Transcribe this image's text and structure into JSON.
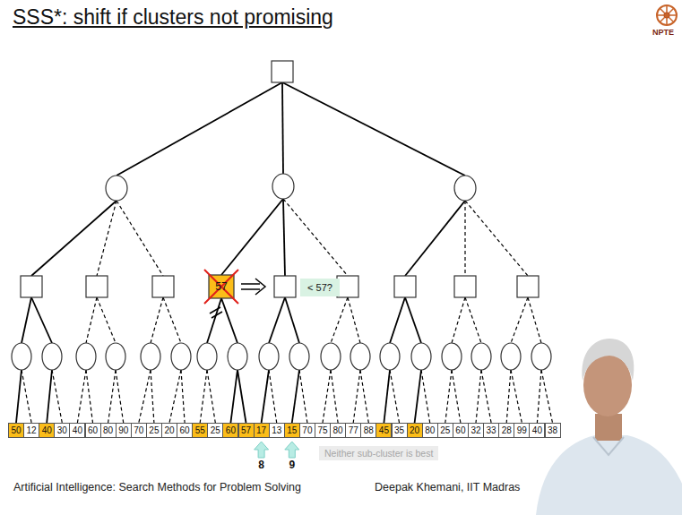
{
  "diagram": {
    "title": "SSS*: shift if clusters not promising",
    "nodes": [
      {
        "text": [
          "57"
        ]
      },
      {
        "text": [
          "< 57?"
        ]
      },
      {
        "text": [
          "50"
        ]
      },
      {
        "text": [
          "12"
        ]
      },
      {
        "text": [
          "40"
        ]
      },
      {
        "text": [
          "30"
        ]
      },
      {
        "text": [
          "40"
        ]
      },
      {
        "text": [
          "60"
        ]
      },
      {
        "text": [
          "80"
        ]
      },
      {
        "text": [
          "90"
        ]
      },
      {
        "text": [
          "70"
        ]
      },
      {
        "text": [
          "25"
        ]
      },
      {
        "text": [
          "20"
        ]
      },
      {
        "text": [
          "60"
        ]
      },
      {
        "text": [
          "55"
        ]
      },
      {
        "text": [
          "25"
        ]
      },
      {
        "text": [
          "60"
        ]
      },
      {
        "text": [
          "57"
        ]
      },
      {
        "text": [
          "17"
        ]
      },
      {
        "text": [
          "13"
        ]
      },
      {
        "text": [
          "15"
        ]
      },
      {
        "text": [
          "70"
        ]
      },
      {
        "text": [
          "75"
        ]
      },
      {
        "text": [
          "80"
        ]
      },
      {
        "text": [
          "77"
        ]
      },
      {
        "text": [
          "88"
        ]
      },
      {
        "text": [
          "45"
        ]
      },
      {
        "text": [
          "35"
        ]
      },
      {
        "text": [
          "20"
        ]
      },
      {
        "text": [
          "80"
        ]
      },
      {
        "text": [
          "25"
        ]
      },
      {
        "text": [
          "60"
        ]
      },
      {
        "text": [
          "32"
        ]
      },
      {
        "text": [
          "33"
        ]
      },
      {
        "text": [
          "28"
        ]
      },
      {
        "text": [
          "99"
        ]
      },
      {
        "text": [
          "40"
        ]
      },
      {
        "text": [
          "38"
        ]
      }
    ],
    "labels": [
      "NPTE",
      "8",
      "9",
      "Neither sub-cluster is best",
      "Artificial Intelligence: Search Methods for Problem Solving",
      "Deepak Khemani, IIT Madras"
    ]
  }
}
